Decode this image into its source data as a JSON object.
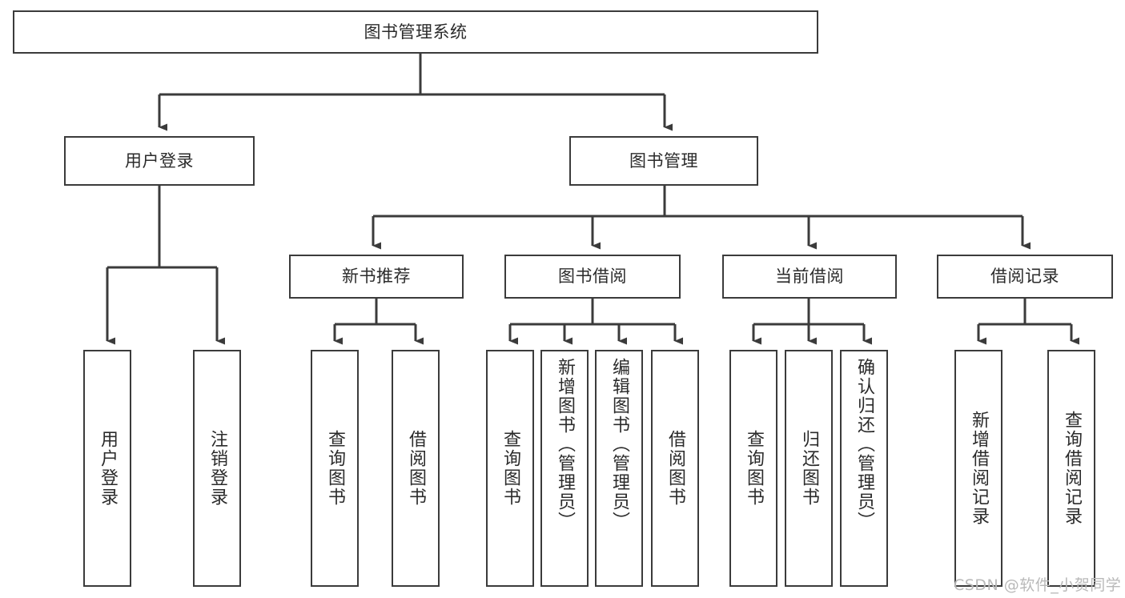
{
  "diagram": {
    "title": "图书管理系统",
    "type": "hierarchy-tree",
    "colors": {
      "stroke": "#3b3b3b",
      "fill": "#ffffff",
      "text": "#2b2b2b",
      "watermark": "#b9b9b9"
    },
    "nodes": {
      "root": {
        "label": "图书管理系统"
      },
      "level2": [
        {
          "id": "user-login",
          "label": "用户登录"
        },
        {
          "id": "book-manage",
          "label": "图书管理"
        }
      ],
      "level3": [
        {
          "id": "new-book-rec",
          "label": "新书推荐"
        },
        {
          "id": "book-borrow",
          "label": "图书借阅"
        },
        {
          "id": "current-borrow",
          "label": "当前借阅"
        },
        {
          "id": "borrow-record",
          "label": "借阅记录"
        }
      ],
      "leaves": {
        "user-login": [
          {
            "id": "leaf-user-login",
            "label": "用户登录"
          },
          {
            "id": "leaf-logout",
            "label": "注销登录"
          }
        ],
        "new-book-rec": [
          {
            "id": "leaf-query-book-1",
            "label": "查询图书"
          },
          {
            "id": "leaf-borrow-book-1",
            "label": "借阅图书"
          }
        ],
        "book-borrow": [
          {
            "id": "leaf-query-book-2",
            "label": "查询图书"
          },
          {
            "id": "leaf-add-book",
            "label": "新增图书（管理员）"
          },
          {
            "id": "leaf-edit-book",
            "label": "编辑图书（管理员）"
          },
          {
            "id": "leaf-borrow-book-2",
            "label": "借阅图书"
          }
        ],
        "current-borrow": [
          {
            "id": "leaf-query-book-3",
            "label": "查询图书"
          },
          {
            "id": "leaf-return-book",
            "label": "归还图书"
          },
          {
            "id": "leaf-confirm-return",
            "label": "确认归还（管理员）"
          }
        ],
        "borrow-record": [
          {
            "id": "leaf-add-record",
            "label": "新增借阅记录"
          },
          {
            "id": "leaf-query-record",
            "label": "查询借阅记录"
          }
        ]
      }
    },
    "watermark": "CSDN @软件_小贺同学"
  }
}
